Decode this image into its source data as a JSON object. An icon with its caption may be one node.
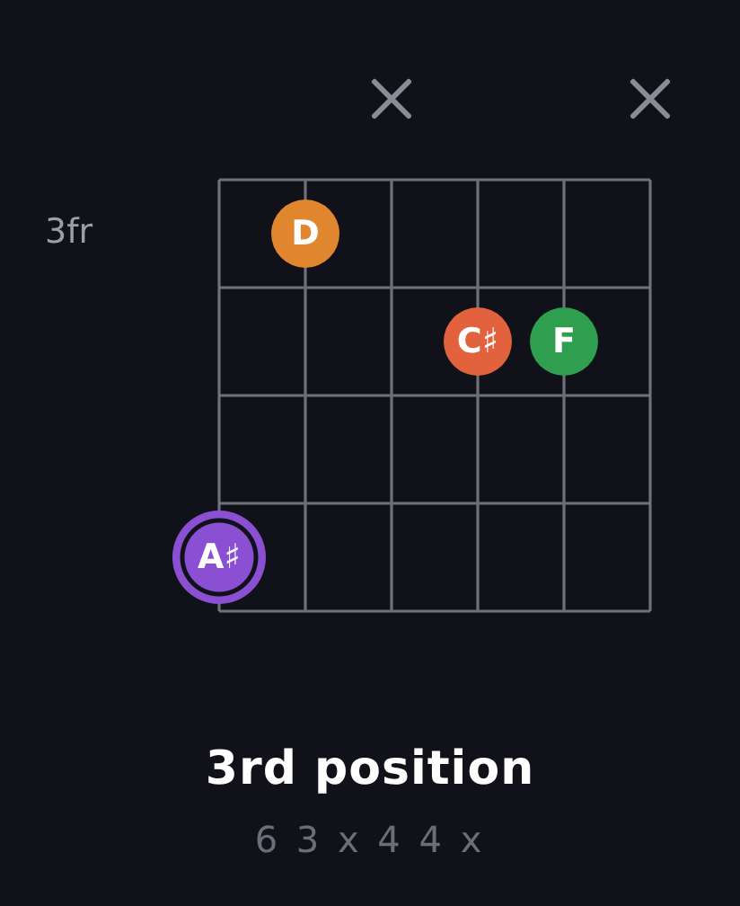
{
  "diagram": {
    "title": "3rd position",
    "caption": "6 3 x 4 4 x",
    "nodes": [
      {
        "text": [
          "D"
        ]
      },
      {
        "text": [
          "C♯"
        ]
      },
      {
        "text": [
          "F"
        ]
      },
      {
        "text": [
          "A♯"
        ]
      }
    ],
    "labels": [
      "3fr"
    ]
  }
}
